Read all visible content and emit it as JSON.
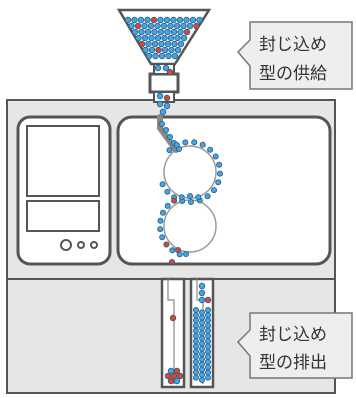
{
  "callouts": {
    "supply": {
      "line1": "封じ込め",
      "line2": "型の供給"
    },
    "discharge": {
      "line1": "封じ込め",
      "line2": "型の排出"
    }
  },
  "colors": {
    "machine_fill": "#e6e6e6",
    "machine_stroke": "#555555",
    "panel_fill": "#ffffff",
    "blue_bead": "#4aa3df",
    "red_bead": "#e0452c",
    "bead_stroke": "#1f5f8b",
    "callout_fill": "#eeeeee"
  },
  "icons": [
    "hopper-icon",
    "coupling-icon",
    "tube-icon",
    "wheel-icon",
    "display-screen-icon",
    "indicator-dot-icon"
  ]
}
